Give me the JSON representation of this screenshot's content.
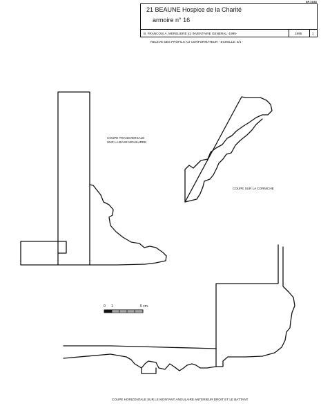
{
  "sheet": {
    "corner_ref": "NF.3838",
    "title_block": {
      "line1": "21 BEAUNE  Hospice de la Charité",
      "line2": "armoire n° 16",
      "author": "B. FRANCOIS  A. MERELIERE  (c) INVENTAIRE GENERAL  -1995-",
      "year": "1995",
      "sheet_number": "1"
    },
    "note": "RELEVE DES PROFILS AU CONFORMATEUR  -  ECHELLE: 5/1  -"
  },
  "drawings": {
    "transverse_section_label": "COUPE TRANSVERSALE\nSUR LA BASE MOULUREE",
    "cornice_section_label": "COUPE SUR LA CORNICHE",
    "horizontal_section_label": "COUPE HORIZONTALE SUR LE MONTANT ANGULAIRE ANTERIEUR DROIT ET LE BATTANT",
    "scale_bar": {
      "tick_0": "0",
      "tick_1": "1",
      "tick_5": "5 cm."
    }
  }
}
